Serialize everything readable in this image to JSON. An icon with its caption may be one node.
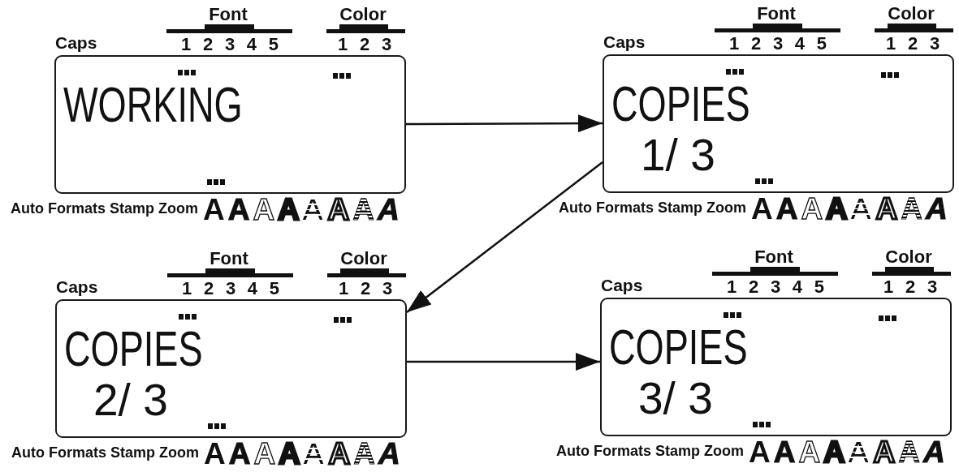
{
  "diagram": {
    "nodes": [
      {
        "text": [
          "WORKING"
        ],
        "beside": [
          "Font",
          "Color",
          "Caps",
          "1 2 3 4 5",
          "1 2 3",
          "Auto Formats Stamp Zoom",
          "A",
          "A",
          "A",
          "A",
          "A",
          "A",
          "A",
          "A"
        ]
      },
      {
        "text": [
          "COPIES",
          "1/ 3"
        ],
        "beside": [
          "Font",
          "Color",
          "Caps",
          "1 2 3 4 5",
          "1 2 3",
          "Auto Formats Stamp Zoom",
          "A",
          "A",
          "A",
          "A",
          "A",
          "A",
          "A",
          "A"
        ]
      },
      {
        "text": [
          "COPIES",
          "2/ 3"
        ],
        "beside": [
          "Font",
          "Color",
          "Caps",
          "1 2 3 4 5",
          "1 2 3",
          "Auto Formats Stamp Zoom",
          "A",
          "A",
          "A",
          "A",
          "A",
          "A",
          "A",
          "A"
        ]
      },
      {
        "text": [
          "COPIES",
          "3/ 3"
        ],
        "beside": [
          "Font",
          "Color",
          "Caps",
          "1 2 3 4 5",
          "1 2 3",
          "Auto Formats Stamp Zoom",
          "A",
          "A",
          "A",
          "A",
          "A",
          "A",
          "A",
          "A"
        ]
      }
    ],
    "edges": [
      {
        "from": 0,
        "to": 1,
        "arrow": "to"
      },
      {
        "from": 1,
        "to": 2,
        "arrow": "to"
      },
      {
        "from": 2,
        "to": 3,
        "arrow": "to"
      }
    ]
  }
}
